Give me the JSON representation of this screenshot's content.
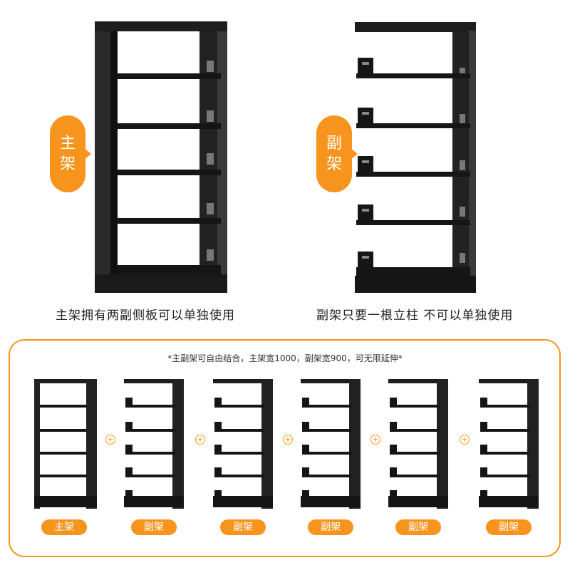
{
  "top": {
    "main_tag": "主架",
    "sub_tag": "副架",
    "main_caption": "主架拥有两副侧板可以单独使用",
    "sub_caption": "副架只要一根立柱 不可以单独使用"
  },
  "bottom": {
    "note": "*主副架可自由结合，主架宽1000，副架宽900，可无限延伸*",
    "plus_symbol": "+",
    "labels": [
      "主架",
      "副架",
      "副架",
      "副架",
      "副架",
      "副架"
    ]
  },
  "colors": {
    "accent": "#f7941d",
    "frame": "#1b1b1b"
  }
}
